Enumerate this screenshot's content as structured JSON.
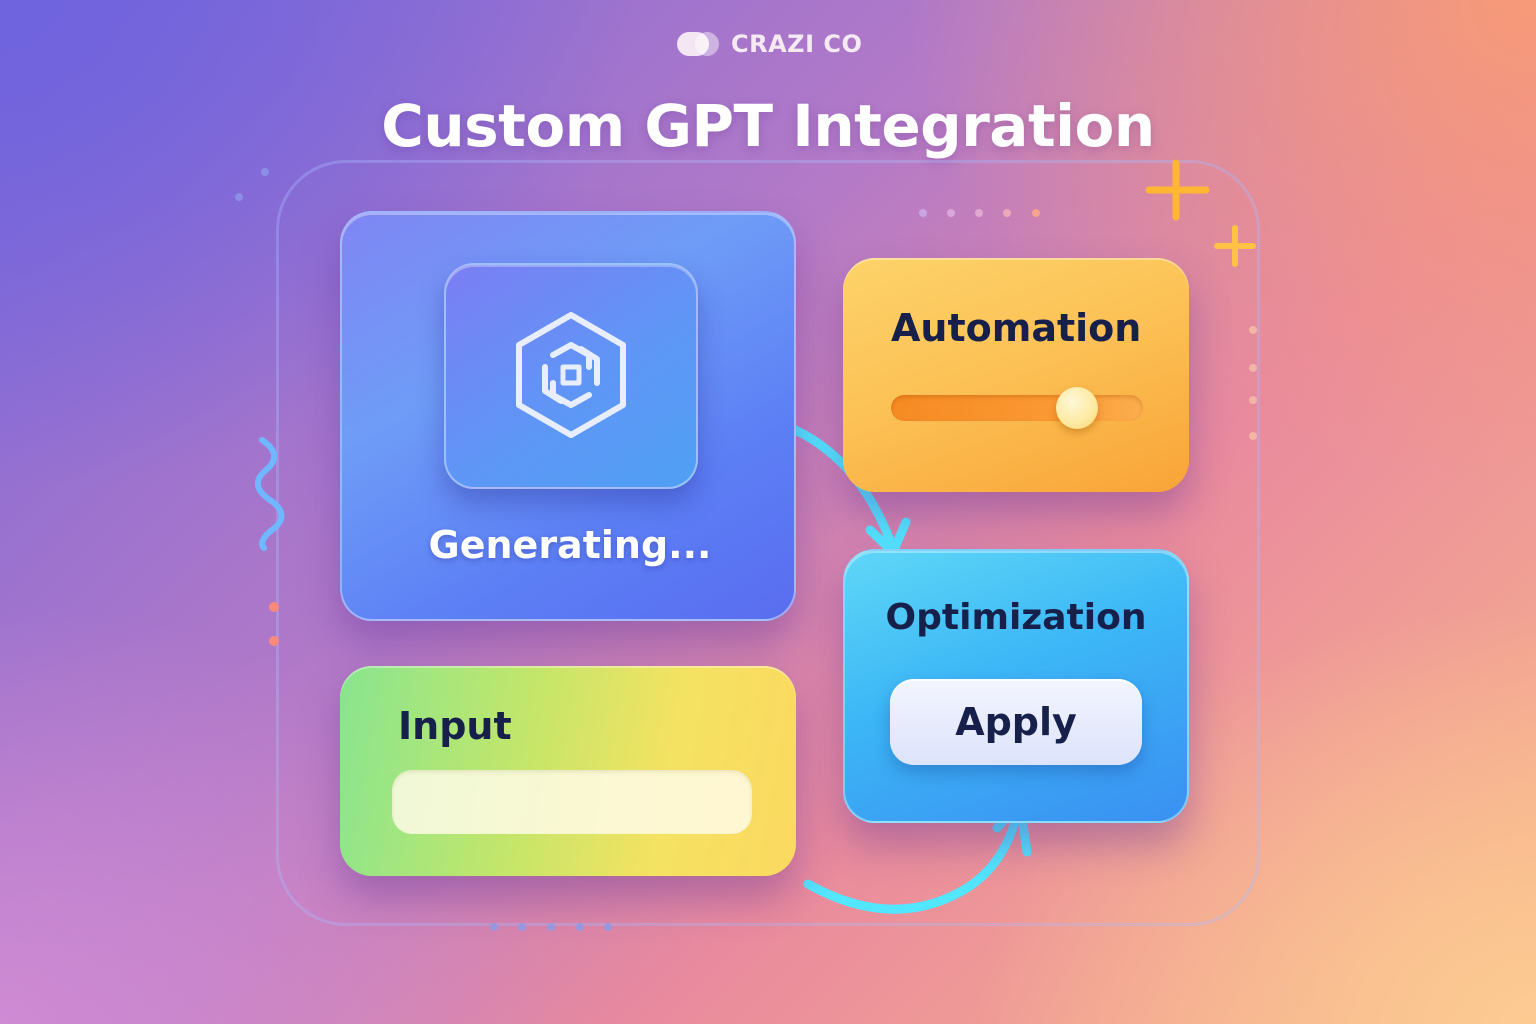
{
  "brand": {
    "name": "CRAZI CO"
  },
  "page": {
    "title": "Custom GPT Integration"
  },
  "generating_card": {
    "status": "Generating...",
    "logo_icon": "hexagon-chain-logo-icon"
  },
  "automation_card": {
    "label": "Automation",
    "slider_value_fraction": 0.74
  },
  "optimization_card": {
    "label": "Optimization",
    "button_label": "Apply"
  },
  "input_card": {
    "label": "Input",
    "field_value": "",
    "field_placeholder": ""
  },
  "colors": {
    "title_text": "#ffffff",
    "card_label_text": "#16204a",
    "flow_arrow": "#53e6ff",
    "sparkle": "#ffb733"
  }
}
